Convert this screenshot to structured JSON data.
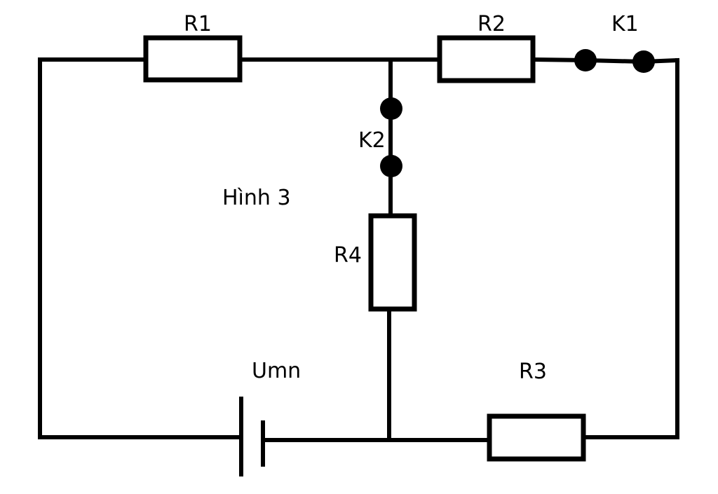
{
  "figure_label": "Hình 3",
  "components": {
    "r1": "R1",
    "r2": "R2",
    "r3": "R3",
    "r4": "R4",
    "k1": "K1",
    "k2": "K2",
    "source": "Umn"
  },
  "colors": {
    "ink": "#000000",
    "background": "#ffffff"
  }
}
